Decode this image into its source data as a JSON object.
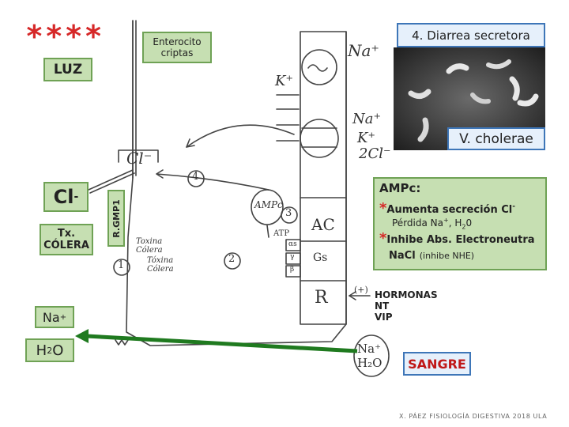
{
  "header": {
    "stars": "****",
    "luz": "LUZ",
    "enterocito_line1": "Enterocito",
    "enterocito_line2": "criptas",
    "title": "4. Diarrea secretora"
  },
  "left": {
    "cl_label": "Cl",
    "cl_sup": "-",
    "tx_line1": "Tx.",
    "tx_line2": "CÓLERA",
    "receptor": "R.GMP1",
    "na_label": "Na",
    "na_sup": "+",
    "h2o_pre": "H",
    "h2o_sub": "2",
    "h2o_post": "O"
  },
  "handwriting": {
    "na_top": "Na⁺",
    "k_top": "K⁺",
    "na_mid": "Na⁺",
    "k_mid": "K⁺",
    "two_cl": "2Cl⁻",
    "cl_channel": "Cl⁻",
    "n4": "4",
    "n3": "3",
    "n2": "2",
    "n1": "1",
    "ampc": "AMPc",
    "atp": "ATP",
    "ac": "AC",
    "as": "αs",
    "b": "β",
    "y": "γ",
    "gs": "Gs",
    "r": "R",
    "plus": "(+)",
    "toxina1": "Toxina",
    "toxina2": "Cólera",
    "toxina3": "Tóxina",
    "toxina4": "Cólera",
    "na_bottom": "Na⁺",
    "h2o_bottom": "H₂O"
  },
  "vcholerae": {
    "label": "V. cholerae"
  },
  "ampc_panel": {
    "title": "AMPc:",
    "line1_star": "*",
    "line1": "Aumenta secreción Cl",
    "line1_sup": "-",
    "line2": "Pérdida Na",
    "line2_sup": "+",
    "line2_end": ", H",
    "line2_sub": "2",
    "line2_tail": "0",
    "line3_star": "*",
    "line3": "Inhibe Abs. Electroneutra",
    "line4": "NaCl",
    "line4_small": "(inhibe NHE)"
  },
  "hormones": [
    "HORMONAS",
    "NT",
    "VIP"
  ],
  "sangre": "SANGRE",
  "footer": "X. PÁEZ   FISIOLOGÍA DIGESTIVA 2018  ULA",
  "colors": {
    "green_box": "#c6dfb2",
    "green_border": "#6fa255",
    "blue_box": "#e6f0fb",
    "blue_border": "#3e76b8",
    "arrow_green": "#1f7a1f",
    "star_red": "#d62828"
  }
}
